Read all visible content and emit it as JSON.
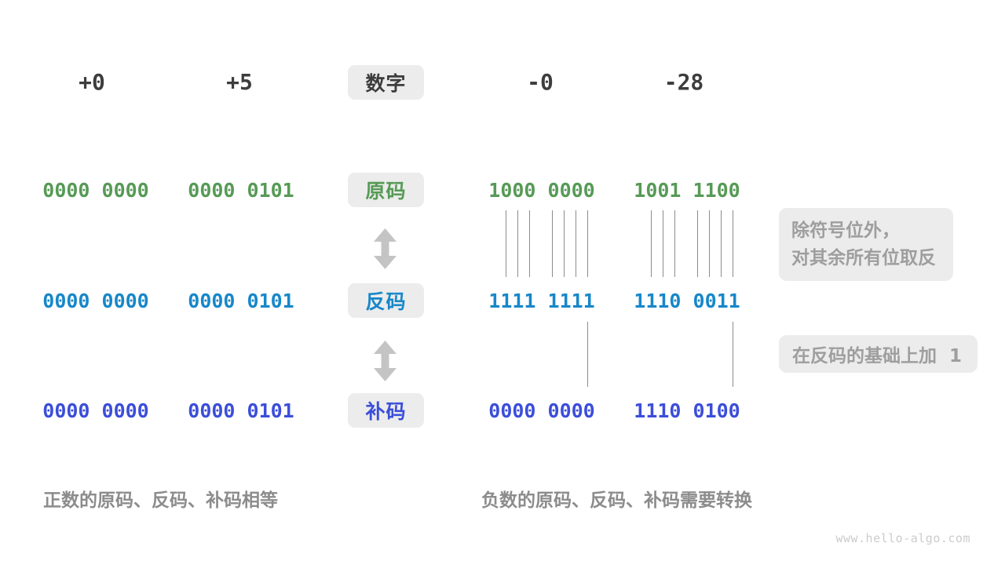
{
  "title": "原码、反码、补码转换示意图",
  "header": {
    "columns": [
      "+0",
      "+5",
      "-0",
      "-28"
    ],
    "center_label": "数字"
  },
  "rows": [
    {
      "key": "sign_magnitude",
      "label": "原码",
      "values": [
        "0000 0000",
        "0000 0101",
        "1000 0000",
        "1001 1100"
      ]
    },
    {
      "key": "ones_complement",
      "label": "反码",
      "values": [
        "0000 0000",
        "0000 0101",
        "1111 1111",
        "1110 0011"
      ]
    },
    {
      "key": "twos_complement",
      "label": "补码",
      "values": [
        "0000 0000",
        "0000 0101",
        "0000 0000",
        "1110 0100"
      ]
    }
  ],
  "annotations": {
    "invert_line1": "除符号位外，",
    "invert_line2": "对其余所有位取反",
    "add_one": "在反码的基础上加  1"
  },
  "captions": {
    "positive": "正数的原码、反码、补码相等",
    "negative": "负数的原码、反码、补码需要转换"
  },
  "watermark": "www.hello-algo.com",
  "icons": {
    "transform_arrow": "up-down-arrow"
  },
  "colors": {
    "dark_text": "#3d3d3d",
    "sign_magnitude_green": "#569a56",
    "ones_complement_blue": "#1787c9",
    "twos_complement_indigo": "#3b4ed9",
    "box_background": "#ececec",
    "annotation_text": "#9e9e9e",
    "caption_text": "#8c8c8c",
    "connector_line": "#8c8c8c",
    "arrow_gray": "#c4c4c4",
    "watermark_gray": "#cccccc"
  }
}
